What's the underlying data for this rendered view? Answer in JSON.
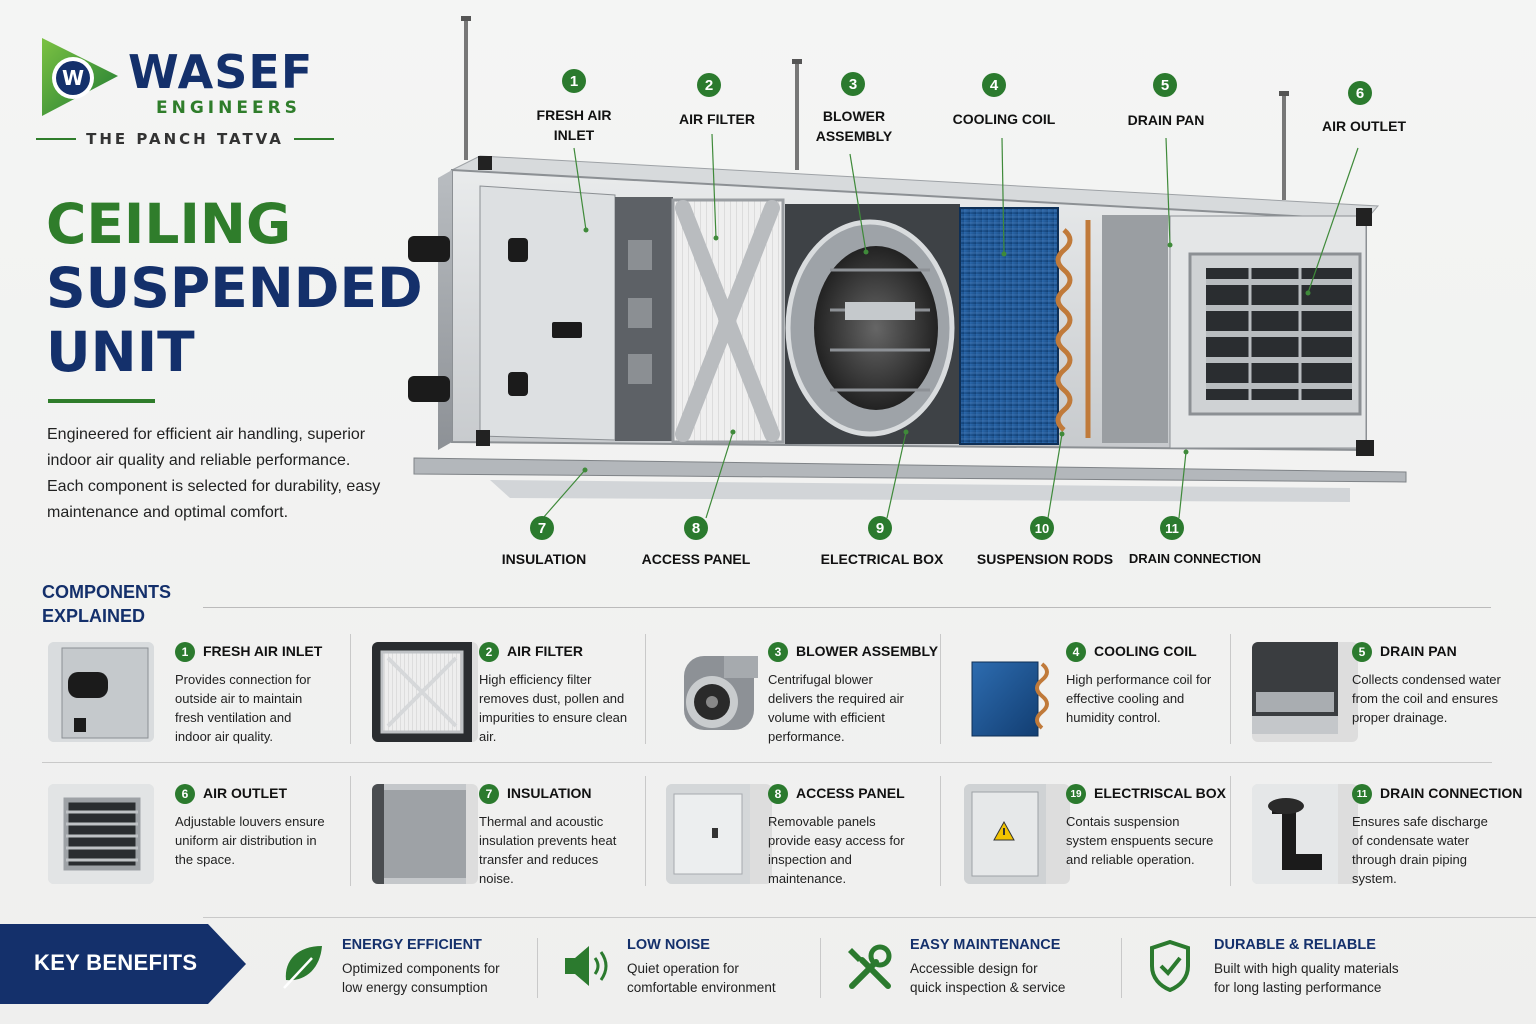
{
  "brand": {
    "logo_letter": "W",
    "name": "WASEF",
    "sub": "ENGINEERS",
    "tagline": "THE PANCH TATVA"
  },
  "hero": {
    "title_line1": "CEILING",
    "title_line2": "SUSPENDED",
    "title_line3": "UNIT",
    "intro": "Engineered for efficient air handling, superior indoor air quality and reliable performance. Each component is selected for durability, easy maintenance and optimal comfort."
  },
  "diagram": {
    "top_callouts": [
      {
        "num": "1",
        "label_line1": "FRESH AIR",
        "label_line2": "INLET"
      },
      {
        "num": "2",
        "label_line1": "AIR FILTER",
        "label_line2": ""
      },
      {
        "num": "3",
        "label_line1": "BLOWER",
        "label_line2": "ASSEMBLY"
      },
      {
        "num": "4",
        "label_line1": "COOLING COIL",
        "label_line2": ""
      },
      {
        "num": "5",
        "label_line1": "DRAIN PAN",
        "label_line2": ""
      },
      {
        "num": "6",
        "label_line1": "AIR OUTLET",
        "label_line2": ""
      }
    ],
    "bottom_callouts": [
      {
        "num": "7",
        "label": "INSULATION"
      },
      {
        "num": "8",
        "label": "ACCESS PANEL"
      },
      {
        "num": "9",
        "label": "ELECTRICAL BOX"
      },
      {
        "num": "10",
        "label": "SUSPENSION RODS"
      },
      {
        "num": "11",
        "label": "DRAIN CONNECTION"
      }
    ],
    "colors": {
      "accent_green": "#2b7a2e",
      "navy": "#14306b",
      "coil_blue": "#1f5a9a",
      "copper": "#c07a3a"
    }
  },
  "components": {
    "heading_line1": "COMPONENTS",
    "heading_line2": "EXPLAINED",
    "items": [
      {
        "num": "1",
        "name": "FRESH AIR INLET",
        "desc": "Provides connection for outside air to maintain fresh ventilation and indoor air quality.",
        "thumb": "inlet"
      },
      {
        "num": "2",
        "name": "AIR FILTER",
        "desc": "High efficiency filter removes dust, pollen and impurities to ensure clean air.",
        "thumb": "filter"
      },
      {
        "num": "3",
        "name": "BLOWER ASSEMBLY",
        "desc": "Centrifugal blower delivers the required air volume with efficient performance.",
        "thumb": "blower"
      },
      {
        "num": "4",
        "name": "COOLING COIL",
        "desc": "High performance coil for effective cooling and humidity control.",
        "thumb": "coil"
      },
      {
        "num": "5",
        "name": "DRAIN PAN",
        "desc": "Collects condensed water from the coil and ensures proper drainage.",
        "thumb": "pan"
      },
      {
        "num": "6",
        "name": "AIR OUTLET",
        "desc": "Adjustable louvers ensure uniform air distribution in the space.",
        "thumb": "outlet"
      },
      {
        "num": "7",
        "name": "INSULATION",
        "desc": "Thermal and acoustic insulation prevents heat transfer and reduces noise.",
        "thumb": "insulation"
      },
      {
        "num": "8",
        "name": "ACCESS PANEL",
        "desc": "Removable panels provide easy access for inspection and maintenance.",
        "thumb": "panel"
      },
      {
        "num": "19",
        "name": "ELECTRISCAL BOX",
        "desc": "Contais suspension system enspuents secure and reliable operation.",
        "thumb": "ebox"
      },
      {
        "num": "11",
        "name": "DRAIN CONNECTION",
        "desc": "Ensures safe discharge of condensate water through drain piping system.",
        "thumb": "drain"
      }
    ]
  },
  "benefits": {
    "badge": "KEY BENEFITS",
    "items": [
      {
        "icon": "leaf-icon",
        "title": "ENERGY EFFICIENT",
        "line1": "Optimized components for",
        "line2": "low energy consumption"
      },
      {
        "icon": "speaker-icon",
        "title": "LOW NOISE",
        "line1": "Quiet operation for",
        "line2": "comfortable environment"
      },
      {
        "icon": "tools-icon",
        "title": "EASY MAINTENANCE",
        "line1": "Accessible design for",
        "line2": "quick inspection & service"
      },
      {
        "icon": "shield-check-icon",
        "title": "DURABLE & RELIABLE",
        "line1": "Built with high quality materials",
        "line2": "for long lasting performance"
      }
    ]
  }
}
